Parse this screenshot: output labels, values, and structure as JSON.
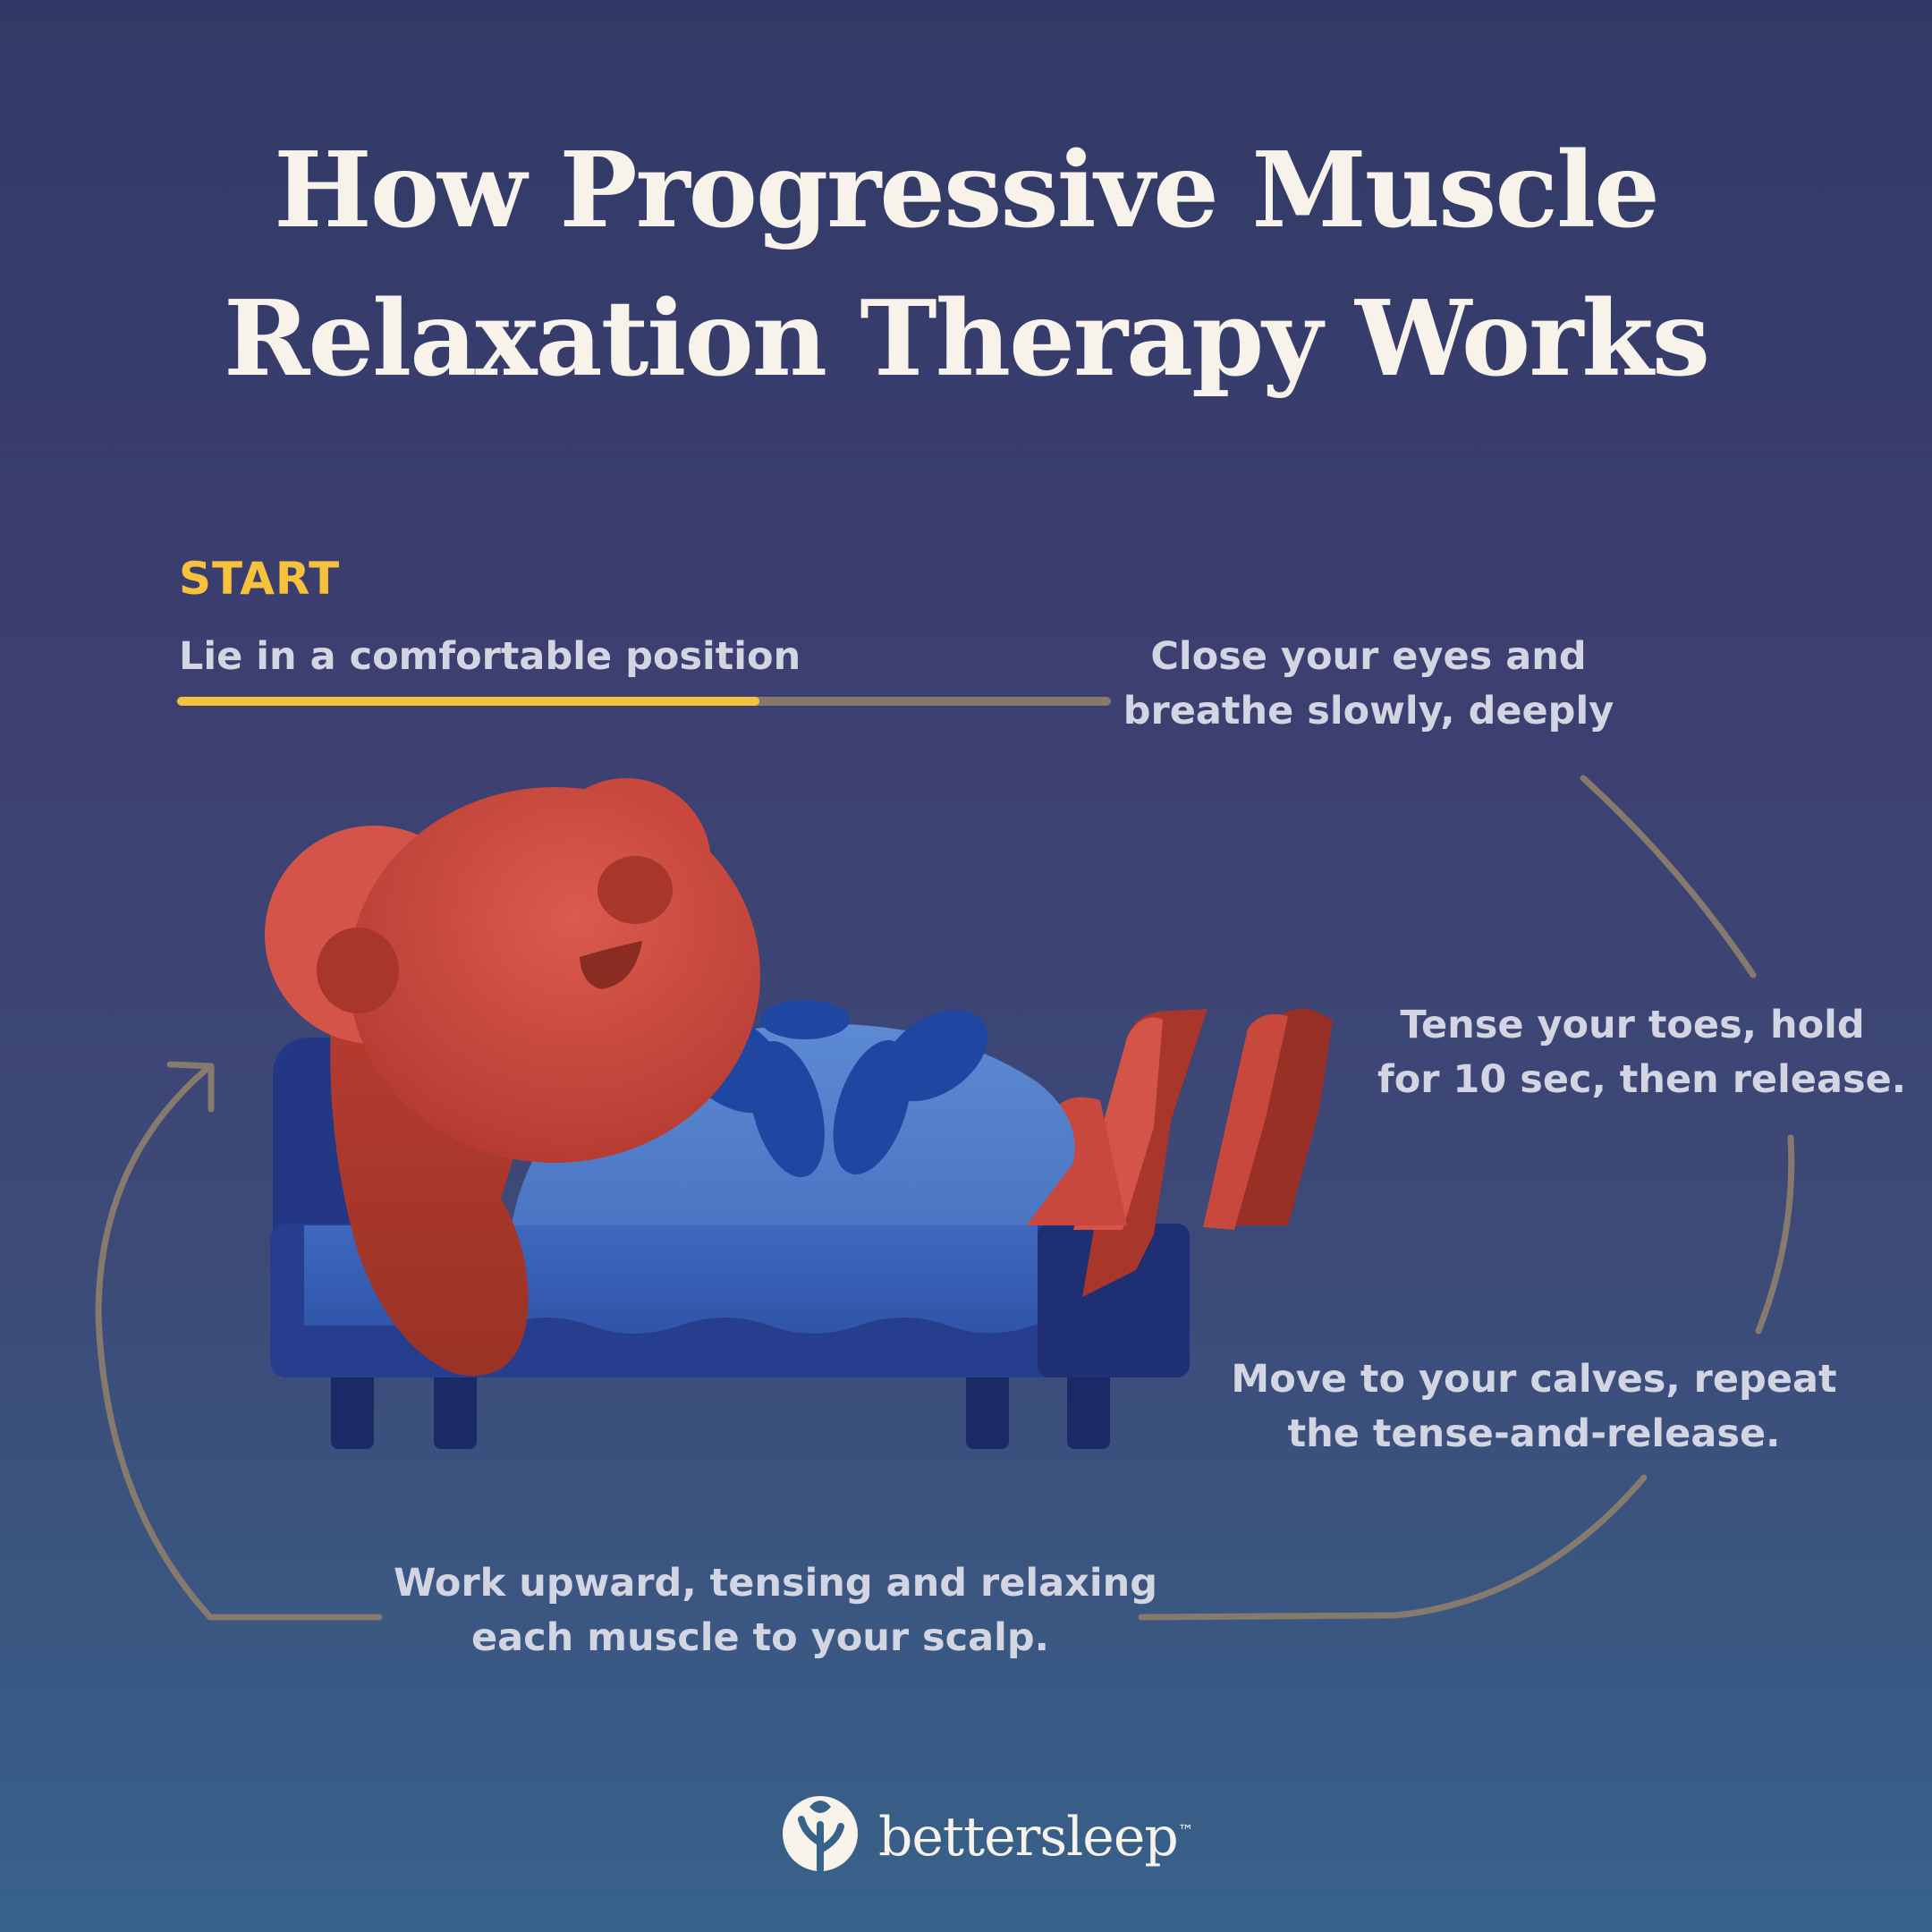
{
  "title": {
    "line1": "How Progressive Muscle",
    "line2": "Relaxation Therapy Works"
  },
  "start_label": "START",
  "steps": [
    {
      "id": "step1",
      "lines": [
        "Lie in a comfortable position"
      ]
    },
    {
      "id": "step2",
      "lines": [
        "Close your eyes and",
        "breathe slowly, deeply"
      ]
    },
    {
      "id": "step3",
      "lines": [
        "Tense your toes, hold",
        "for 10 sec, then release."
      ]
    },
    {
      "id": "step4",
      "lines": [
        "Move to your calves, repeat",
        "the tense-and-release."
      ]
    },
    {
      "id": "step5",
      "lines": [
        "Work upward, tensing and relaxing",
        "each muscle to your scalp."
      ]
    }
  ],
  "progress": {
    "fraction": 0.62
  },
  "colors": {
    "accent": "#f7c23b",
    "path": "#857a6d",
    "text": "#d4d5e2",
    "title": "#f8f3ea",
    "bear": "#d4544a",
    "bear_dark": "#9e3428",
    "blanket": "#5f8bd0",
    "sofa": "#273e8e",
    "flower": "#1f47a2"
  },
  "illustration": "bear-on-sofa",
  "logo": {
    "icon": "leaf-logo-icon",
    "text": "bettersleep",
    "tm": "™"
  }
}
